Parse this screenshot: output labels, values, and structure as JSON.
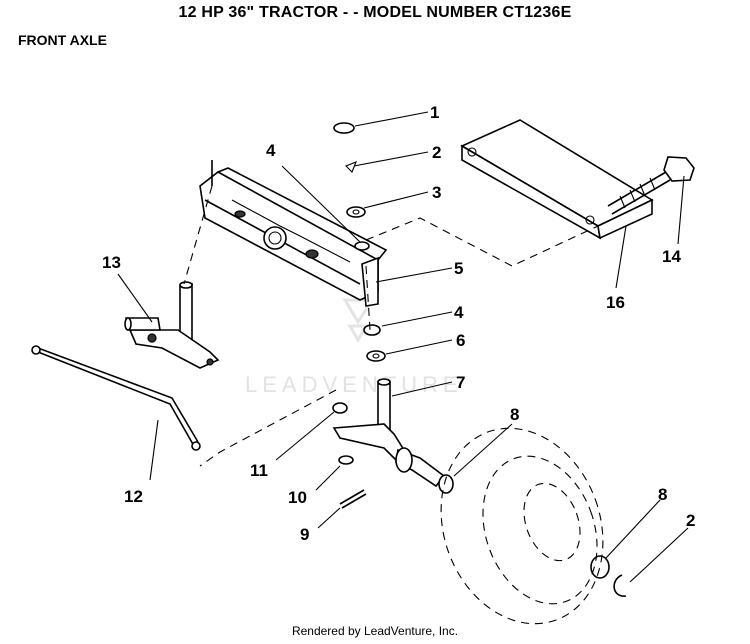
{
  "header": {
    "title": "12 HP 36\" TRACTOR - - MODEL NUMBER CT1236E",
    "section": "FRONT AXLE"
  },
  "watermark": "LEADVENTURE",
  "footer": "Rendered by LeadVenture, Inc.",
  "callouts": {
    "c1": "1",
    "c2a": "2",
    "c3": "3",
    "c4a": "4",
    "c5": "5",
    "c4b": "4",
    "c6": "6",
    "c7": "7",
    "c8a": "8",
    "c8b": "8",
    "c2b": "2",
    "c9": "9",
    "c10": "10",
    "c11": "11",
    "c12": "12",
    "c13": "13",
    "c14": "14",
    "c16": "16"
  }
}
